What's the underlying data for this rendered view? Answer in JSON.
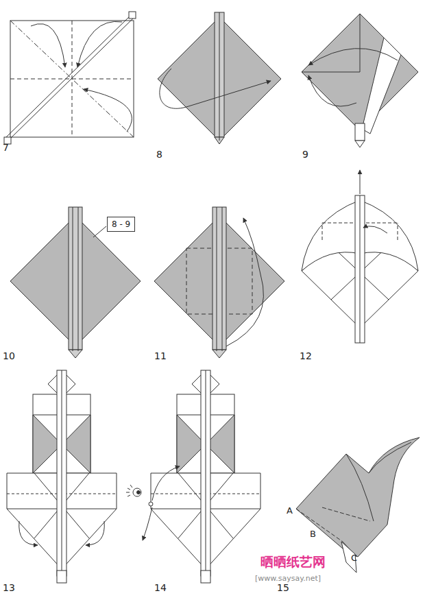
{
  "diagram": {
    "nodes": [
      {
        "text": [
          "8 - 9"
        ]
      }
    ],
    "labels": [
      "7",
      "8",
      "9",
      "10",
      "11",
      "12",
      "13",
      "14",
      "15",
      "A",
      "B",
      "C",
      "晒晒纸艺网",
      "[www.saysay.net]"
    ]
  }
}
